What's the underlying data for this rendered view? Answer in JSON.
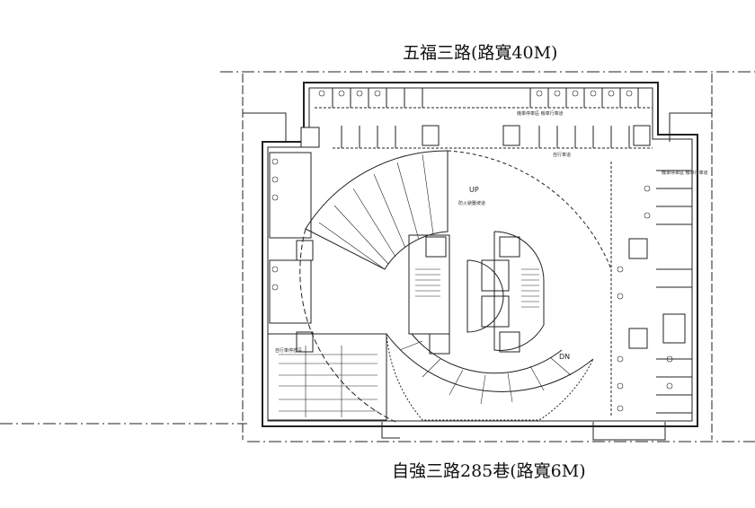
{
  "roads": {
    "top": "五福三路(路寬40M)",
    "bottom": "自強三路285巷(路寬6M)"
  },
  "annotations": {
    "up": "UP",
    "dn": "DN",
    "top_room": "機車停車區 機車行車道",
    "right_room": "機車停車區 機車行車道",
    "bike_lane": "自行車道",
    "ramp_note": "防火避難坡道",
    "bottom_left": "自行車停放區"
  },
  "colors": {
    "line": "#222222",
    "background": "#ffffff"
  }
}
